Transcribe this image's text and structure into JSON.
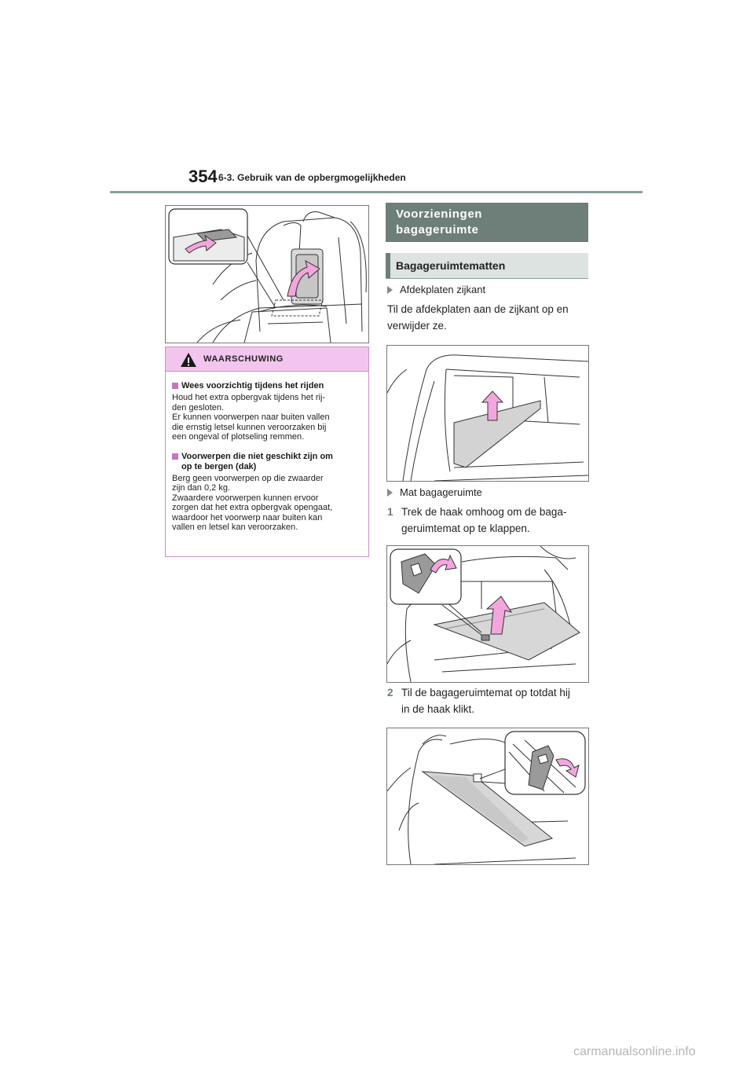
{
  "header": {
    "page_number": "354",
    "section": "6-3. Gebruik van de opbergmogelijkheden"
  },
  "warning": {
    "title": "WAARSCHUWING",
    "items": [
      {
        "heading": "Wees voorzichtig tijdens het rijden",
        "lines": [
          "Houd het extra opbergvak tijdens het rij-",
          "den gesloten.",
          "Er kunnen voorwerpen naar buiten vallen",
          "die ernstig letsel kunnen veroorzaken bij",
          "een ongeval of plotseling remmen."
        ]
      },
      {
        "heading_lines": [
          "Voorwerpen die niet geschikt zijn om",
          "op te bergen (dak)"
        ],
        "lines": [
          "Berg geen voorwerpen op die zwaarder",
          "zijn dan 0,2 kg.",
          "Zwaardere voorwerpen kunnen ervoor",
          "zorgen dat het extra opbergvak opengaat,",
          "waardoor het voorwerp naar buiten kan",
          "vallen en letsel kan veroorzaken."
        ]
      }
    ]
  },
  "right": {
    "title_lines": [
      "Voorzieningen",
      "bagageruimte"
    ],
    "subtitle": "Bagageruimtematten",
    "bullet1": "Afdekplaten zijkant",
    "para1_lines": [
      "Til de afdekplaten aan de zijkant op en",
      "verwijder ze."
    ],
    "bullet2": "Mat bagageruimte",
    "step1": {
      "num": "1",
      "lines": [
        "Trek de haak omhoog om de baga-",
        "geruimtemat op te klappen."
      ]
    },
    "step2": {
      "num": "2",
      "lines": [
        "Til de bagageruimtemat op totdat hij",
        "in de haak klikt."
      ]
    }
  },
  "colors": {
    "accent_gray": "#6e7e79",
    "warning_pink": "#f2c5ee",
    "arrow_pink": "#f3a6dd",
    "marker_magenta": "#c775c2"
  },
  "icons": {
    "warning": "warning-triangle-icon",
    "bullet": "triangle-bullet-icon",
    "arrow": "lift-arrow-icon"
  },
  "watermark": "carmanualsonline.info"
}
